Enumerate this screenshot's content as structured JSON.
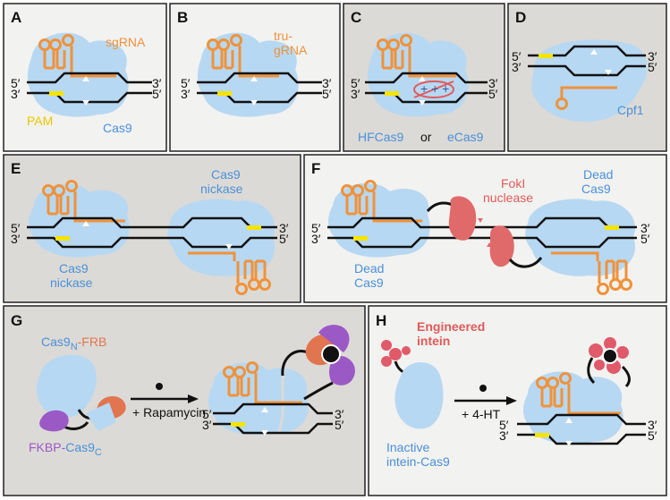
{
  "panels": {
    "A": {
      "letter": "A",
      "sgRNA": "sgRNA",
      "PAM": "PAM",
      "protein": "Cas9"
    },
    "B": {
      "letter": "B",
      "tru_line1": "tru-",
      "tru_line2": "gRNA"
    },
    "C": {
      "letter": "C",
      "hf": "HFCas9",
      "or": "or",
      "e": "eCas9",
      "charges": "+ + +"
    },
    "D": {
      "letter": "D",
      "protein": "Cpf1"
    },
    "E": {
      "letter": "E",
      "top_line1": "Cas9",
      "top_line2": "nickase",
      "bottom_line1": "Cas9",
      "bottom_line2": "nickase"
    },
    "F": {
      "letter": "F",
      "fok_line1": "FokI",
      "fok_line2": "nuclease",
      "dead_top_line1": "Dead",
      "dead_top_line2": "Cas9",
      "dead_bottom_line1": "Dead",
      "dead_bottom_line2": "Cas9"
    },
    "G": {
      "letter": "G",
      "frb_prefix": "Cas9",
      "frb_sub": "N",
      "frb_suffix": "-FRB",
      "fkbp_prefix": "FKBP-",
      "fkbp_main": "Cas9",
      "fkbp_sub": "C",
      "rapamycin": "+ Rapamycin"
    },
    "H": {
      "letter": "H",
      "eng_line1": "Engineered",
      "eng_line2": "intein",
      "ht": "+ 4-HT",
      "inactive_line1": "Inactive",
      "inactive_line2": "intein-Cas9"
    }
  },
  "strand_labels": {
    "five": "5′",
    "three": "3′"
  },
  "colors": {
    "cas9_fill": "#b7d8f2",
    "rna": "#f0923a",
    "pam": "#f5e400",
    "panel_bg_light": "#f2f2f0",
    "panel_bg_dark": "#dcdad6",
    "fok": "#e06a6a",
    "frb": "#e07550",
    "fkbp": "#9b59c6",
    "intein": "#e05a6a"
  }
}
